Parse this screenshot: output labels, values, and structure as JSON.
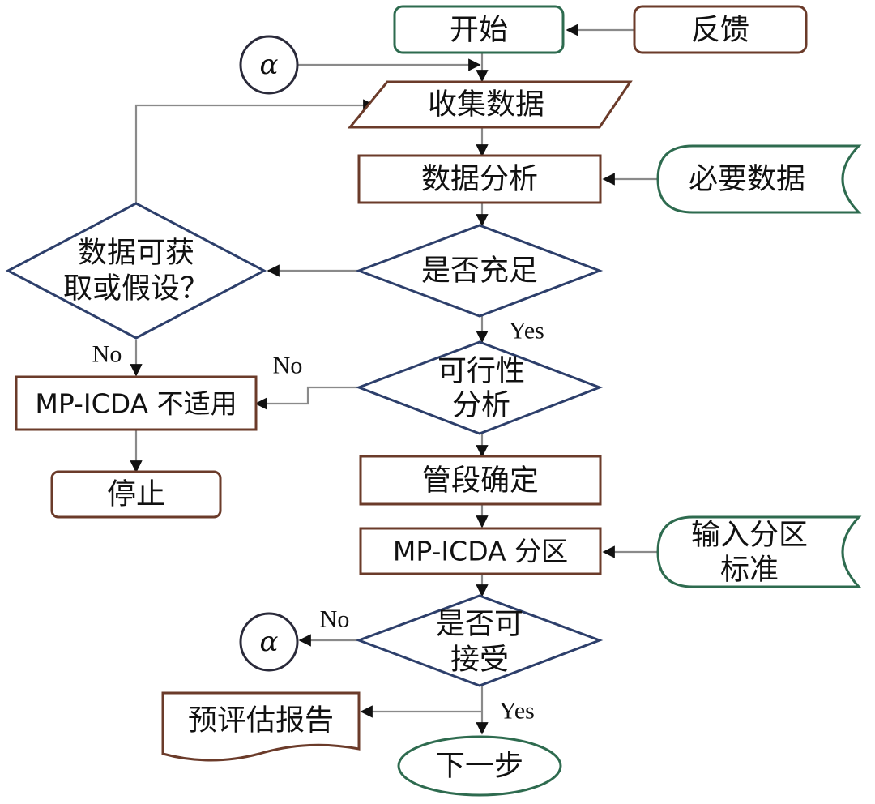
{
  "nodes": {
    "start": "开始",
    "feedback": "反馈",
    "alpha_top": "α",
    "collect_data": "收集数据",
    "data_analysis": "数据分析",
    "necessary_data": "必要数据",
    "is_sufficient": "是否充足",
    "data_obtainable": [
      "数据可获",
      "取或假设？"
    ],
    "mp_icda_na": "MP-ICDA 不适用",
    "stop": "停止",
    "feasibility": [
      "可行性",
      "分析"
    ],
    "segment_define": "管段确定",
    "mp_icda_partition": "MP-ICDA 分区",
    "input_criteria": [
      "输入分区",
      "标准"
    ],
    "acceptable": [
      "是否可",
      "接受"
    ],
    "alpha_bottom": "α",
    "pre_report": "预评估报告",
    "next_step": "下一步"
  },
  "edge_labels": {
    "yes_sufficient": "Yes",
    "no_obtainable": "No",
    "no_feasibility": "No",
    "no_acceptable": "No",
    "yes_acceptable": "Yes"
  },
  "colors": {
    "terminal_border": "#2e6b4f",
    "process_border": "#6b3b2a",
    "decision_border": "#2d3f6b",
    "connector_border": "#2a2a3a",
    "edge": "#8a8a8a"
  }
}
